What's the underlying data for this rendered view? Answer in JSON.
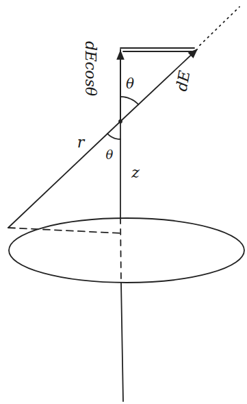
{
  "diagram": {
    "labels": [
      "dEcosθ",
      "θ",
      "dE",
      "r",
      "θ",
      "z"
    ]
  }
}
